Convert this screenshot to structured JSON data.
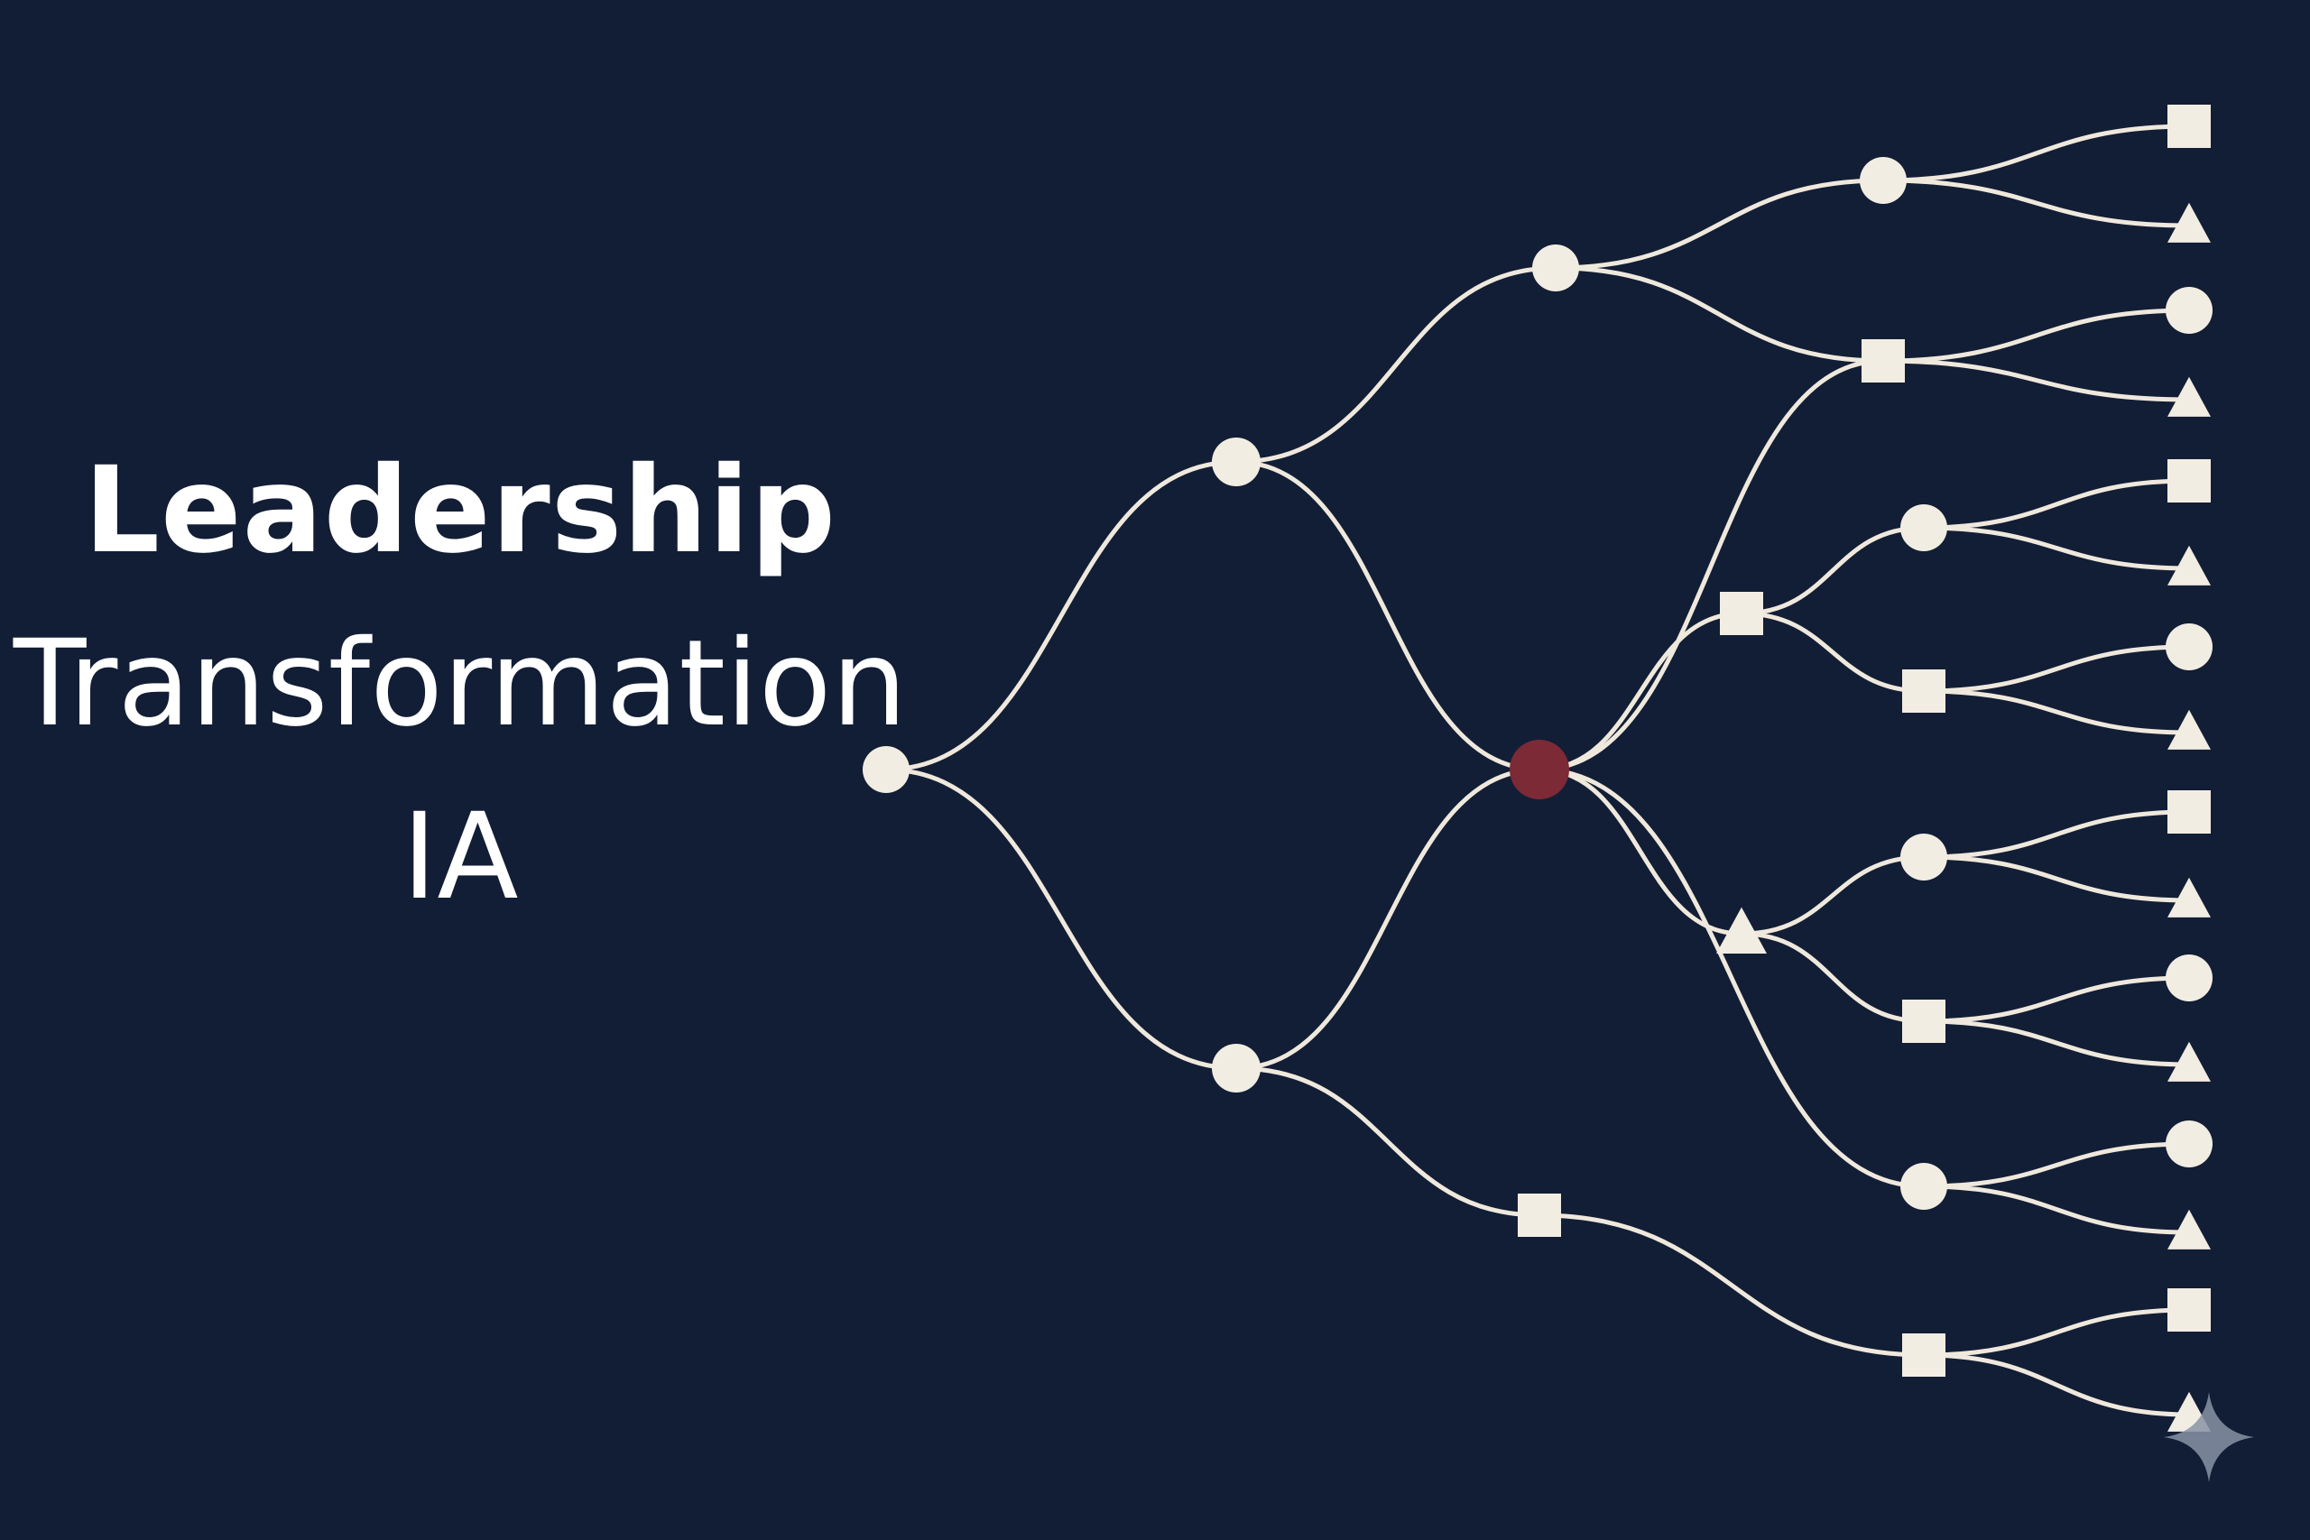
{
  "title": {
    "line1": "Leadership",
    "line2": "Transformation",
    "line3": "IA"
  },
  "colors": {
    "background": "#121e35",
    "edge": "#efe8dc",
    "node": "#f2ede2",
    "highlight": "#7c2a36",
    "sparkle": "#8a93a6",
    "text": "#ffffff"
  },
  "diagram": {
    "type": "decision-tree",
    "node_shapes": [
      "circle",
      "square",
      "triangle"
    ],
    "highlight_node": "central-decision",
    "leaf_shapes": [
      "square",
      "triangle",
      "circle",
      "triangle",
      "square",
      "triangle",
      "circle",
      "triangle",
      "square",
      "triangle",
      "circle",
      "triangle",
      "circle",
      "triangle",
      "square",
      "triangle"
    ]
  },
  "watermark": {
    "icon": "sparkle-icon"
  }
}
